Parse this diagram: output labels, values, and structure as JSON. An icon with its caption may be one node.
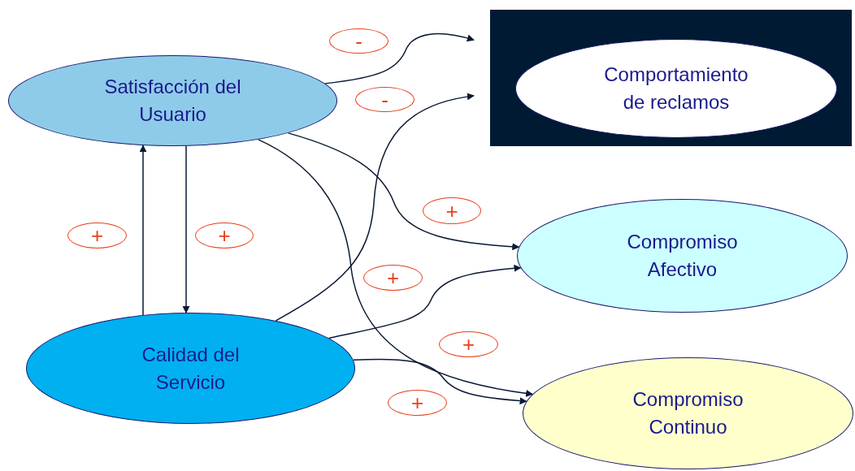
{
  "diagram": {
    "nodes": [
      {
        "text": [
          "Satisfacción del Usuario"
        ]
      },
      {
        "text": [],
        "shape": "box"
      },
      {
        "text": [
          "Comportamiento de reclamos"
        ],
        "in": 1
      },
      {
        "text": [
          "Compromiso Afectivo"
        ]
      },
      {
        "text": [
          "Calidad del Servicio"
        ]
      },
      {
        "text": [
          "Compromiso Continuo"
        ]
      },
      {
        "text": [
          "-"
        ]
      },
      {
        "text": [
          "-"
        ]
      },
      {
        "text": [
          "+"
        ]
      },
      {
        "text": [
          "+"
        ]
      },
      {
        "text": [
          "+"
        ]
      },
      {
        "text": [
          "+"
        ]
      },
      {
        "text": [
          "+"
        ]
      },
      {
        "text": [
          "+"
        ]
      }
    ],
    "edges": [
      {
        "from": 0,
        "to": 1,
        "arrow": "to"
      },
      {
        "from": 4,
        "to": 1,
        "arrow": "to"
      },
      {
        "from": 0,
        "to": 3,
        "arrow": "to"
      },
      {
        "from": 0,
        "to": 5,
        "arrow": "to"
      },
      {
        "from": 4,
        "to": 3,
        "arrow": "to"
      },
      {
        "from": 4,
        "to": 5,
        "arrow": "to"
      },
      {
        "from": 4,
        "to": 0,
        "arrow": "to"
      },
      {
        "from": 0,
        "to": 4,
        "arrow": "to"
      }
    ]
  }
}
